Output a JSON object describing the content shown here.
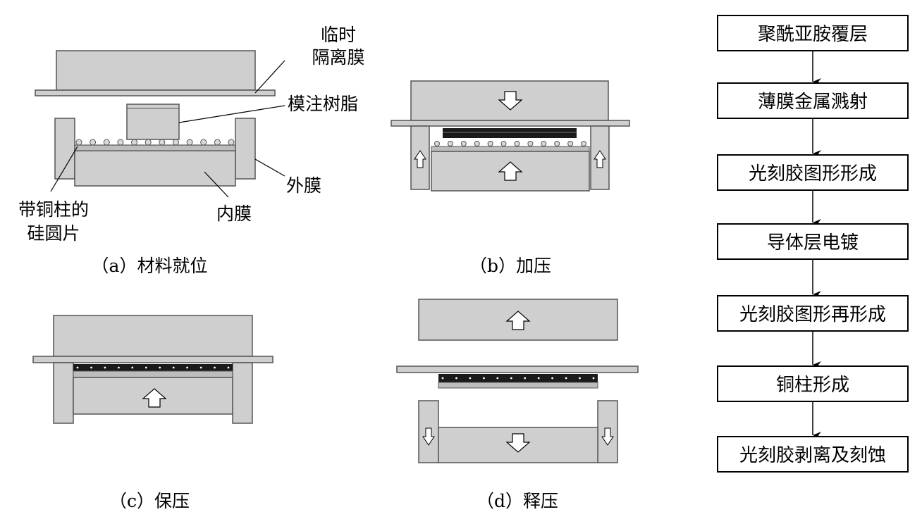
{
  "panel_a": {
    "label_temp_film_1": "临时",
    "label_temp_film_2": "隔离膜",
    "label_resin": "模注树脂",
    "label_outer_film": "外膜",
    "label_wafer_1": "带铜柱的",
    "label_wafer_2": "硅圆片",
    "label_inner_film": "内膜",
    "caption": "（a）材料就位"
  },
  "panel_b": {
    "caption": "（b）加压"
  },
  "panel_c": {
    "caption": "（c）保压"
  },
  "panel_d": {
    "caption": "（d）释压"
  },
  "flow": {
    "steps": [
      "聚酰亚胺覆层",
      "薄膜金属溅射",
      "光刻胶图形形成",
      "导体层电镀",
      "光刻胶图形再形成",
      "铜柱形成",
      "光刻胶剥离及刻蚀"
    ]
  },
  "colors": {
    "fill_gray": "#cfcfcf",
    "stroke": "#555555",
    "dark_layer": "#1a1a1a"
  }
}
